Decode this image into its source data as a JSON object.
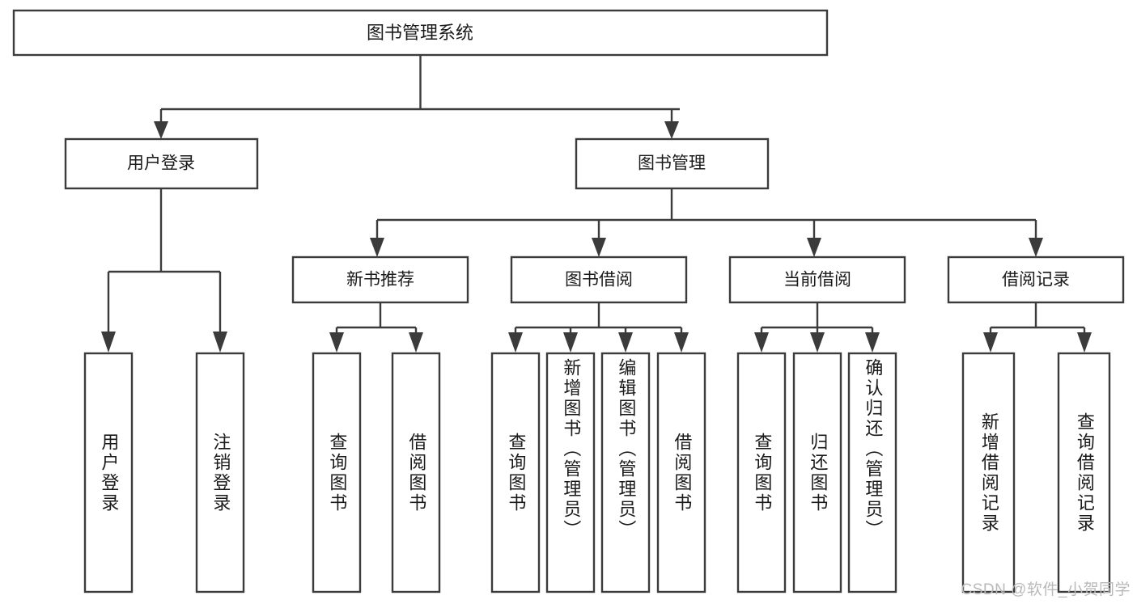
{
  "diagram": {
    "type": "tree-hierarchy",
    "title": "图书管理系统",
    "root": {
      "id": "root",
      "label": "图书管理系统",
      "level": 1
    },
    "level2": [
      {
        "id": "user-login",
        "label": "用户登录"
      },
      {
        "id": "book-management",
        "label": "图书管理"
      }
    ],
    "level3": [
      {
        "id": "new-book-recommend",
        "label": "新书推荐",
        "parent": "book-management"
      },
      {
        "id": "book-borrow",
        "label": "图书借阅",
        "parent": "book-management"
      },
      {
        "id": "current-borrow",
        "label": "当前借阅",
        "parent": "book-management"
      },
      {
        "id": "borrow-record",
        "label": "借阅记录",
        "parent": "book-management"
      }
    ],
    "leaves": [
      {
        "id": "leaf-user-login",
        "label": "用户登录",
        "parent": "user-login"
      },
      {
        "id": "leaf-logout-login",
        "label": "注销登录",
        "parent": "user-login"
      },
      {
        "id": "leaf-query-book-1",
        "label": "查询图书",
        "parent": "new-book-recommend"
      },
      {
        "id": "leaf-borrow-book-1",
        "label": "借阅图书",
        "parent": "new-book-recommend"
      },
      {
        "id": "leaf-query-book-2",
        "label": "查询图书",
        "parent": "book-borrow"
      },
      {
        "id": "leaf-add-book",
        "label": "新增图书（管理员）",
        "parent": "book-borrow"
      },
      {
        "id": "leaf-edit-book",
        "label": "编辑图书（管理员）",
        "parent": "book-borrow"
      },
      {
        "id": "leaf-borrow-book-2",
        "label": "借阅图书",
        "parent": "book-borrow"
      },
      {
        "id": "leaf-query-book-3",
        "label": "查询图书",
        "parent": "current-borrow"
      },
      {
        "id": "leaf-return-book",
        "label": "归还图书",
        "parent": "current-borrow"
      },
      {
        "id": "leaf-confirm-return",
        "label": "确认归还（管理员）",
        "parent": "current-borrow"
      },
      {
        "id": "leaf-add-record",
        "label": "新增借阅记录",
        "parent": "borrow-record"
      },
      {
        "id": "leaf-query-record",
        "label": "查询借阅记录",
        "parent": "borrow-record"
      }
    ],
    "colors": {
      "stroke": "#3b3b3b",
      "fill": "#ffffff",
      "text": "#1a1a1a",
      "watermark": "#b9b9b9",
      "background": "#ffffff"
    }
  },
  "watermark": {
    "text": "CSDN @软件_小贺同学"
  }
}
